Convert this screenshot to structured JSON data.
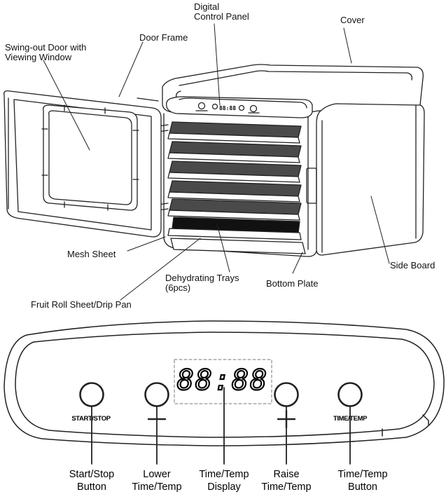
{
  "dehydrator": {
    "labels": {
      "digital_control_panel_l1": "Digital",
      "digital_control_panel_l2": "Control Panel",
      "cover": "Cover",
      "door_frame": "Door Frame",
      "swing_door_l1": "Swing-out Door with",
      "swing_door_l2": "Viewing Window",
      "mesh_sheet": "Mesh Sheet",
      "side_board": "Side Board",
      "dehydrating_trays_l1": "Dehydrating Trays",
      "dehydrating_trays_l2": "(6pcs)",
      "bottom_plate": "Bottom Plate",
      "fruit_roll_sheet": "Fruit Roll Sheet/Drip Pan"
    },
    "mini_panel_display": "88:88"
  },
  "control_panel": {
    "display_value": "88:88",
    "start_stop_text": "START/STOP",
    "time_temp_text": "TIME/TEMP",
    "callouts": {
      "start_stop_l1": "Start/Stop",
      "start_stop_l2": "Button",
      "lower_l1": "Lower",
      "lower_l2": "Time/Temp",
      "display_l1": "Time/Temp",
      "display_l2": "Display",
      "raise_l1": "Raise",
      "raise_l2": "Time/Temp",
      "timetemp_button_l1": "Time/Temp",
      "timetemp_button_l2": "Button"
    }
  }
}
